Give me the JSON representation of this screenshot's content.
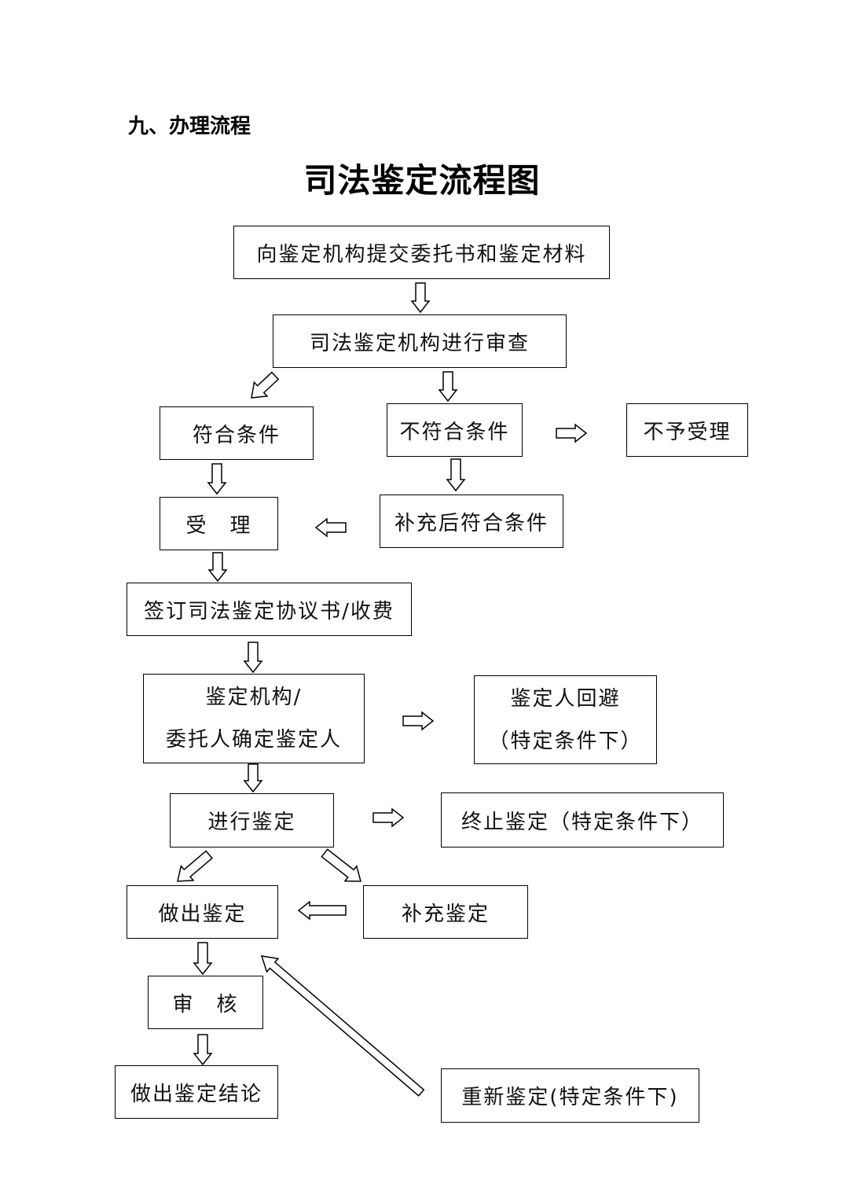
{
  "section_heading": "九、办理流程",
  "diagram_title": "司法鉴定流程图",
  "nodes": {
    "submit": "向鉴定机构提交委托书和鉴定材料",
    "review": "司法鉴定机构进行审查",
    "qualified": "符合条件",
    "not_qualified": "不符合条件",
    "rejected": "不予受理",
    "supplemented": "补充后符合条件",
    "accept": "受　理",
    "agreement": "签订司法鉴定协议书/收费",
    "determine_line1": "鉴定机构/",
    "determine_line2": "委托人确定鉴定人",
    "recusal_line1": "鉴定人回避",
    "recusal_line2": "（特定条件下）",
    "conduct": "进行鉴定",
    "terminate": "终止鉴定（特定条件下）",
    "make_appraisal": "做出鉴定",
    "supplementary": "补充鉴定",
    "audit": "审　核",
    "conclusion": "做出鉴定结论",
    "reappraisal": "重新鉴定(特定条件下)"
  }
}
